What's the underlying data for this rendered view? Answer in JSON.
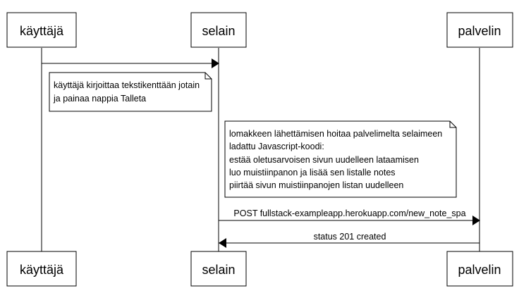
{
  "participants": {
    "kayttaja": "käyttäjä",
    "selain": "selain",
    "palvelin": "palvelin"
  },
  "notes": {
    "note1": {
      "line1": "käyttäjä kirjoittaa tekstikenttään jotain",
      "line2": "ja painaa nappia Talleta"
    },
    "note2": {
      "line1": "lomakkeen lähettämisen hoitaa palvelimelta selaimeen",
      "line2": "ladattu Javascript-koodi:",
      "line3": "estää oletusarvoisen sivun uudelleen lataamisen",
      "line4": "luo muistiinpanon ja lisää sen listalle notes",
      "line5": "piirtää sivun muistiinpanojen listan uudelleen"
    }
  },
  "messages": {
    "m1": "",
    "m2": "POST fullstack-exampleapp.herokuapp.com/new_note_spa",
    "m3": "status 201 created"
  }
}
